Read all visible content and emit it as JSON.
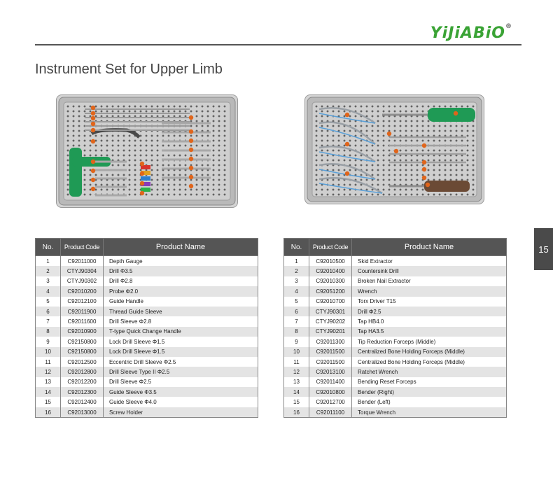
{
  "brand": {
    "logo_text": "YiJiABiO",
    "registered_mark": "®"
  },
  "page": {
    "title": "Instrument Set for Upper Limb",
    "page_number": "15"
  },
  "table_headers": {
    "no": "No.",
    "code": "Product Code",
    "name": "Product Name"
  },
  "left_table": [
    {
      "no": "1",
      "code": "C92011000",
      "name": "Depth Gauge"
    },
    {
      "no": "2",
      "code": "CTYJ90304",
      "name": "Drill Φ3.5"
    },
    {
      "no": "3",
      "code": "CTYJ90302",
      "name": "Drill Φ2.8"
    },
    {
      "no": "4",
      "code": "C92010200",
      "name": "Probe Φ2.0"
    },
    {
      "no": "5",
      "code": "C92012100",
      "name": "Guide Handle"
    },
    {
      "no": "6",
      "code": "C92011900",
      "name": "Thread Guide Sleeve"
    },
    {
      "no": "7",
      "code": "C92011600",
      "name": "Drill Sleeve Φ2.8"
    },
    {
      "no": "8",
      "code": "C92010900",
      "name": "T-type Quick Change Handle"
    },
    {
      "no": "9",
      "code": "C92150800",
      "name": "Lock Drill Sleeve Φ1.5"
    },
    {
      "no": "10",
      "code": "C92150800",
      "name": "Lock Drill Sleeve Φ1.5"
    },
    {
      "no": "11",
      "code": "C92012500",
      "name": "Eccentric Drill Sleeve Φ2.5"
    },
    {
      "no": "12",
      "code": "C92012800",
      "name": "Drill Sleeve Type II  Φ2.5"
    },
    {
      "no": "13",
      "code": "C92012200",
      "name": "Drill Sleeve Φ2.5"
    },
    {
      "no": "14",
      "code": "C92012300",
      "name": "Guide Sleeve Φ3.5"
    },
    {
      "no": "15",
      "code": "C92012400",
      "name": "Guide Sleeve Φ4.0"
    },
    {
      "no": "16",
      "code": "C92013000",
      "name": "Screw Holder"
    }
  ],
  "right_table": [
    {
      "no": "1",
      "code": "C92010500",
      "name": "Skid Extractor"
    },
    {
      "no": "2",
      "code": "C92010400",
      "name": "Countersink Drill"
    },
    {
      "no": "3",
      "code": "C92010300",
      "name": "Broken Nail Extractor"
    },
    {
      "no": "4",
      "code": "C92051200",
      "name": "Wrench"
    },
    {
      "no": "5",
      "code": "C92010700",
      "name": "Torx Driver T15"
    },
    {
      "no": "6",
      "code": "CTYJ90301",
      "name": "Drill Φ2.5"
    },
    {
      "no": "7",
      "code": "CTYJ90202",
      "name": "Tap HB4.0"
    },
    {
      "no": "8",
      "code": "CTYJ90201",
      "name": "Tap HA3.5"
    },
    {
      "no": "9",
      "code": "C92011300",
      "name": "Tip Reduction Forceps (Middle)"
    },
    {
      "no": "10",
      "code": "C92011500",
      "name": "Centralized Bone Holding Forceps (Middle)"
    },
    {
      "no": "11",
      "code": "C92011500",
      "name": "Centralized Bone Holding Forceps (Middle)"
    },
    {
      "no": "12",
      "code": "C92013100",
      "name": "Ratchet Wrench"
    },
    {
      "no": "13",
      "code": "C92011400",
      "name": "Bending Reset Forceps"
    },
    {
      "no": "14",
      "code": "C92010800",
      "name": "Bender (Right)"
    },
    {
      "no": "15",
      "code": "C92012700",
      "name": "Bender (Left)"
    },
    {
      "no": "16",
      "code": "C92011100",
      "name": "Torque Wrench"
    }
  ],
  "colors": {
    "brand_green": "#3aa335",
    "header_gray": "#555555",
    "stripe_gray": "#e4e4e4",
    "handle_green": "#1f9a55",
    "label_orange": "#e0651b"
  }
}
